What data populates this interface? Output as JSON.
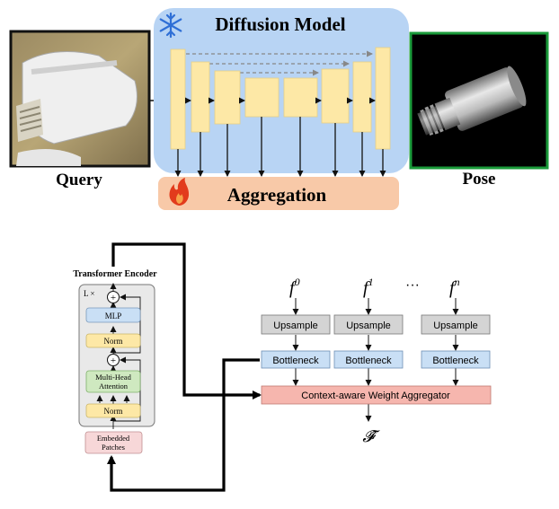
{
  "top": {
    "query_label": "Query",
    "diffusion_title": "Diffusion Model",
    "aggregation_label": "Aggregation",
    "pose_label": "Pose",
    "frozen_icon": "snowflake-icon",
    "trainable_icon": "fire-icon"
  },
  "transformer": {
    "title": "Transformer Encoder",
    "repeat": "L ×",
    "mlp": "MLP",
    "norm_top": "Norm",
    "attention_line1": "Multi-Head",
    "attention_line2": "Attention",
    "norm_bottom": "Norm",
    "embedded_line1": "Embedded",
    "embedded_line2": "Patches",
    "plus": "+"
  },
  "aggregator": {
    "features": [
      {
        "base": "f",
        "sup": "0"
      },
      {
        "base": "f",
        "sup": "1"
      },
      {
        "base": "f",
        "sup": "n"
      }
    ],
    "ellipsis": "···",
    "upsample": "Upsample",
    "bottleneck": "Bottleneck",
    "weight_aggregator": "Context-aware Weight Aggregator",
    "output": "𝓕̂"
  },
  "colors": {
    "blue_panel": "#b8d4f4",
    "feature_bar": "#fde8a6",
    "aggregation": "#f8c9a8",
    "pose_border": "#1a9a3a",
    "upsample_gray": "#d4d4d4",
    "bottleneck_blue": "#c9dff5",
    "aggregator_red": "#f6b6ae"
  }
}
